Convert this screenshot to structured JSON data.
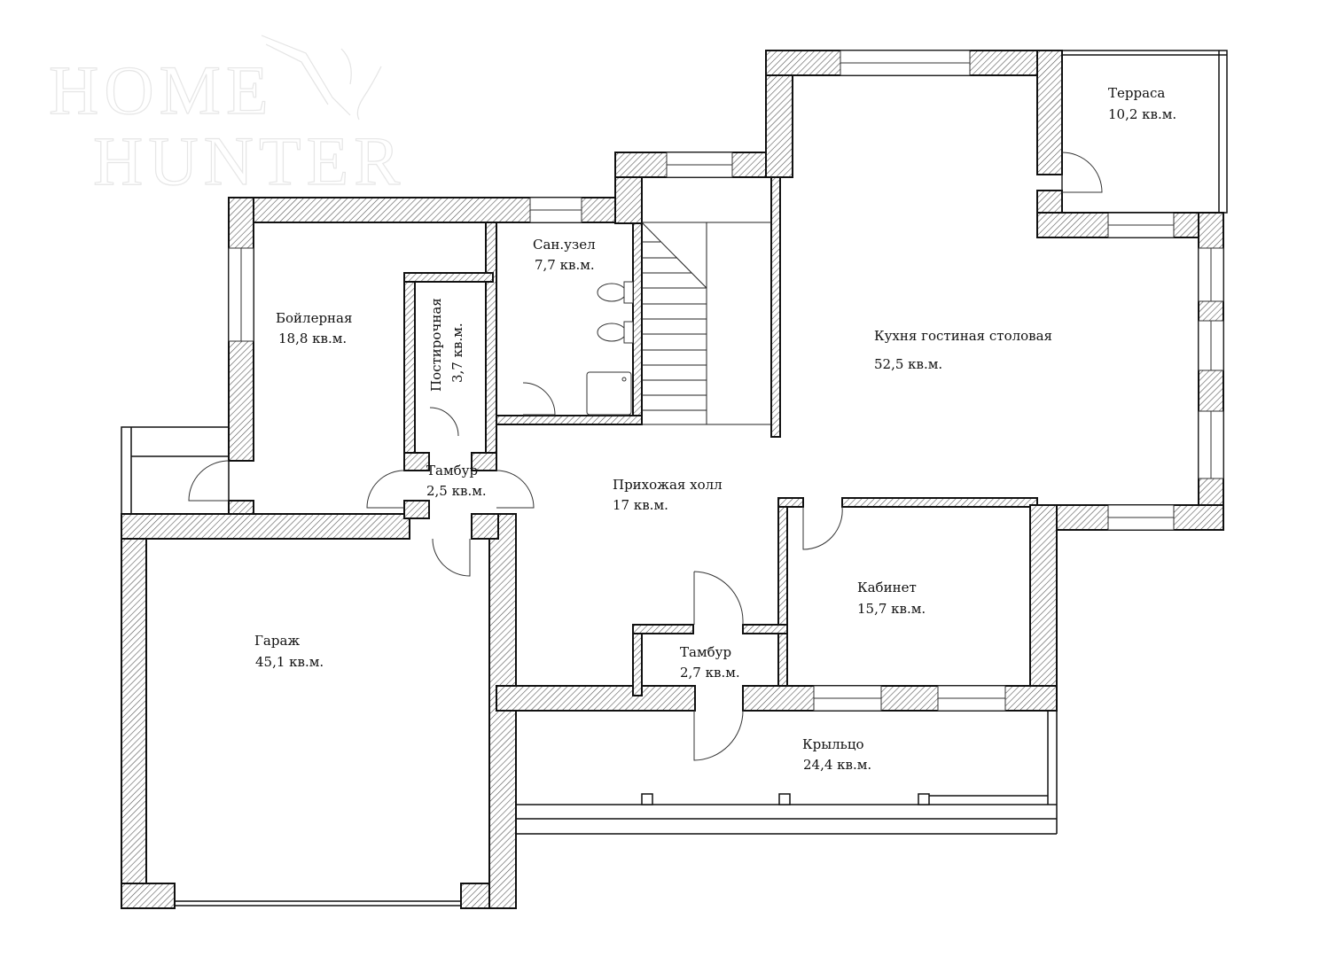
{
  "watermark": {
    "line1": "HOME",
    "line2": "HUNTER",
    "icon": "eagle-icon"
  },
  "plan": {
    "unit": "кв.м.",
    "rooms": [
      {
        "id": "boiler",
        "name": "Бойлерная",
        "area": "18,8 кв.м."
      },
      {
        "id": "laundry",
        "name": "Постирочная",
        "area": "3,7 кв.м."
      },
      {
        "id": "bathroom",
        "name": "Сан.узел",
        "area": "7,7 кв.м."
      },
      {
        "id": "kitchen",
        "name": "Кухня гостиная столовая",
        "area": "52,5 кв.м."
      },
      {
        "id": "terrace",
        "name": "Терраса",
        "area": "10,2 кв.м."
      },
      {
        "id": "vestibule1",
        "name": "Тамбур",
        "area": "2,5 кв.м."
      },
      {
        "id": "hall",
        "name": "Прихожая холл",
        "area": "17 кв.м."
      },
      {
        "id": "study",
        "name": "Кабинет",
        "area": "15,7 кв.м."
      },
      {
        "id": "garage",
        "name": "Гараж",
        "area": "45,1 кв.м."
      },
      {
        "id": "vestibule2",
        "name": "Тамбур",
        "area": "2,7 кв.м."
      },
      {
        "id": "porch",
        "name": "Крыльцо",
        "area": "24,4 кв.м."
      }
    ]
  },
  "colors": {
    "wall_line": "#111111",
    "hatch": "#555555",
    "background": "#ffffff"
  }
}
